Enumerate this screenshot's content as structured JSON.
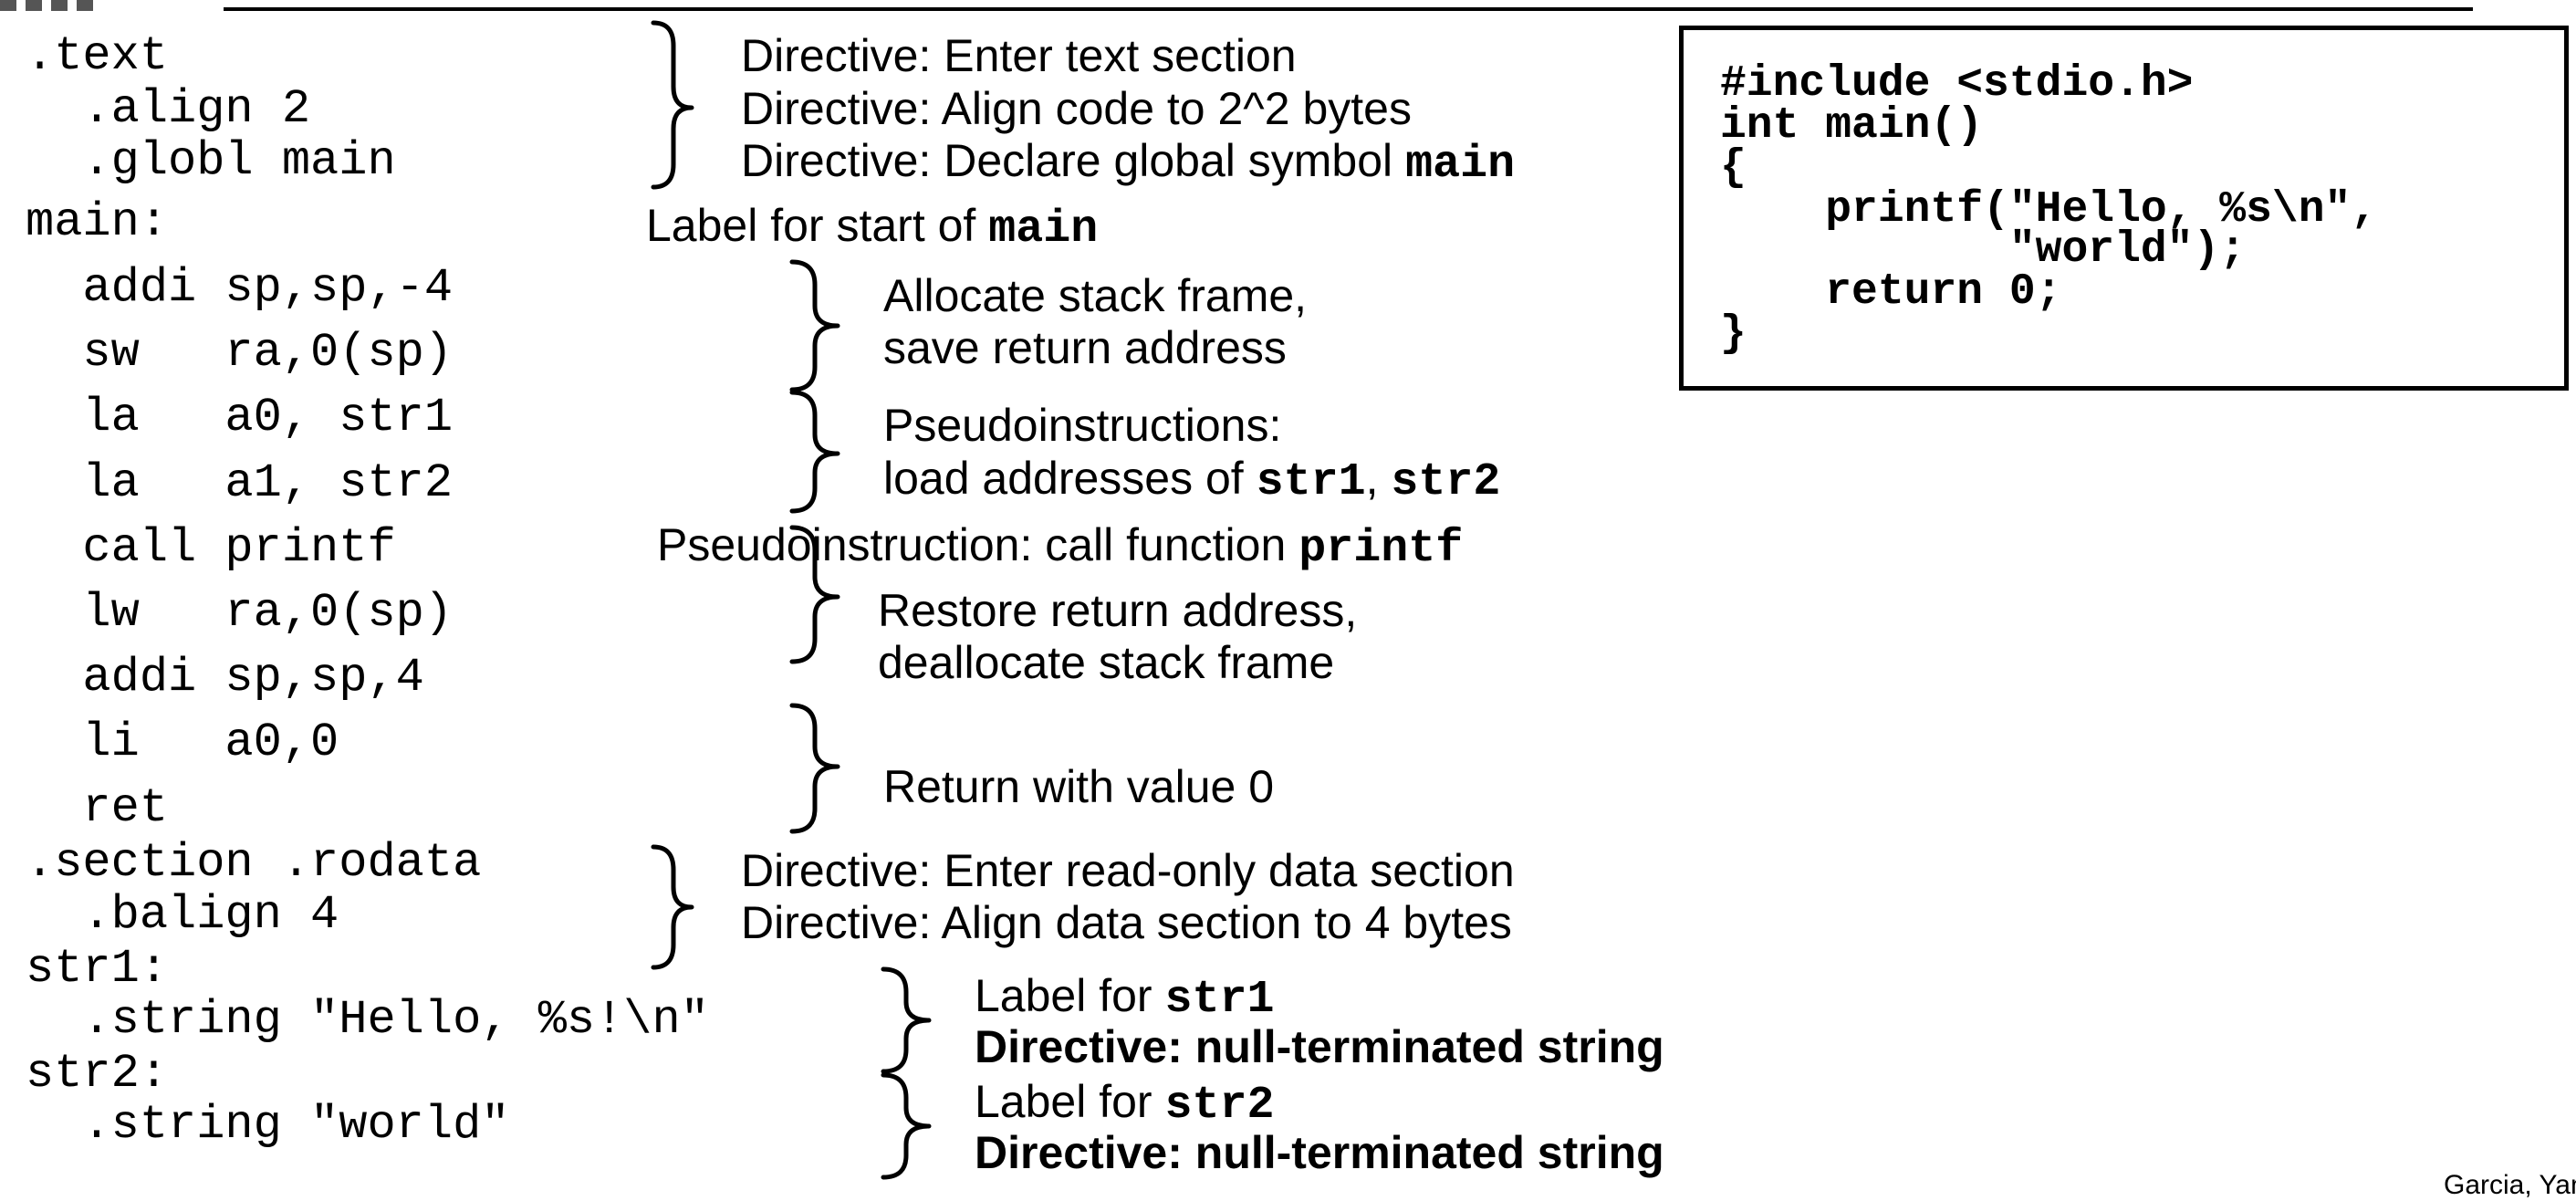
{
  "assembly": [
    ".text",
    "  .align 2",
    "  .globl main",
    "main:",
    "  addi sp,sp,-4",
    "  sw   ra,0(sp)",
    "  la   a0, str1",
    "  la   a1, str2",
    "  call printf",
    "  lw   ra,0(sp)",
    "  addi sp,sp,4",
    "  li   a0,0",
    "  ret",
    ".section .rodata",
    "  .balign 4",
    "str1:",
    "  .string \"Hello, %s!\\n\"",
    "str2:",
    "  .string \"world\""
  ],
  "annotations": {
    "text_section": "Directive: Enter text section",
    "align": "Directive: Align code to 2^2 bytes",
    "globl_prefix": "Directive: Declare global symbol ",
    "globl_symbol": "main",
    "label_main_prefix": "Label for start of ",
    "label_main_symbol": "main",
    "alloc_line1": "Allocate stack frame,",
    "alloc_line2": "save return address",
    "pseudo_line1": "Pseudoinstructions:",
    "pseudo_line2_prefix": "load addresses of ",
    "pseudo_sym1": "str1",
    "pseudo_sep": ", ",
    "pseudo_sym2": "str2",
    "call_prefix": "Pseudoinstruction: call function ",
    "call_symbol": "printf",
    "restore_line1": "Restore return address,",
    "restore_line2": "deallocate stack frame",
    "return_value": "Return with value 0",
    "rodata": "Directive: Enter read-only data section",
    "balign": "Directive: Align data section to 4 bytes",
    "label_str1_prefix": "Label for ",
    "label_str1_symbol": "str1",
    "string1": "Directive: null-terminated string",
    "label_str2_prefix": "Label for ",
    "label_str2_symbol": "str2",
    "string2": "Directive: null-terminated string"
  },
  "c_source": [
    "#include <stdio.h>",
    "int main()",
    "{",
    "    printf(\"Hello, %s\\n\",",
    "           \"world\");",
    "    return 0;",
    "}"
  ],
  "footer": "Garcia, Yan"
}
